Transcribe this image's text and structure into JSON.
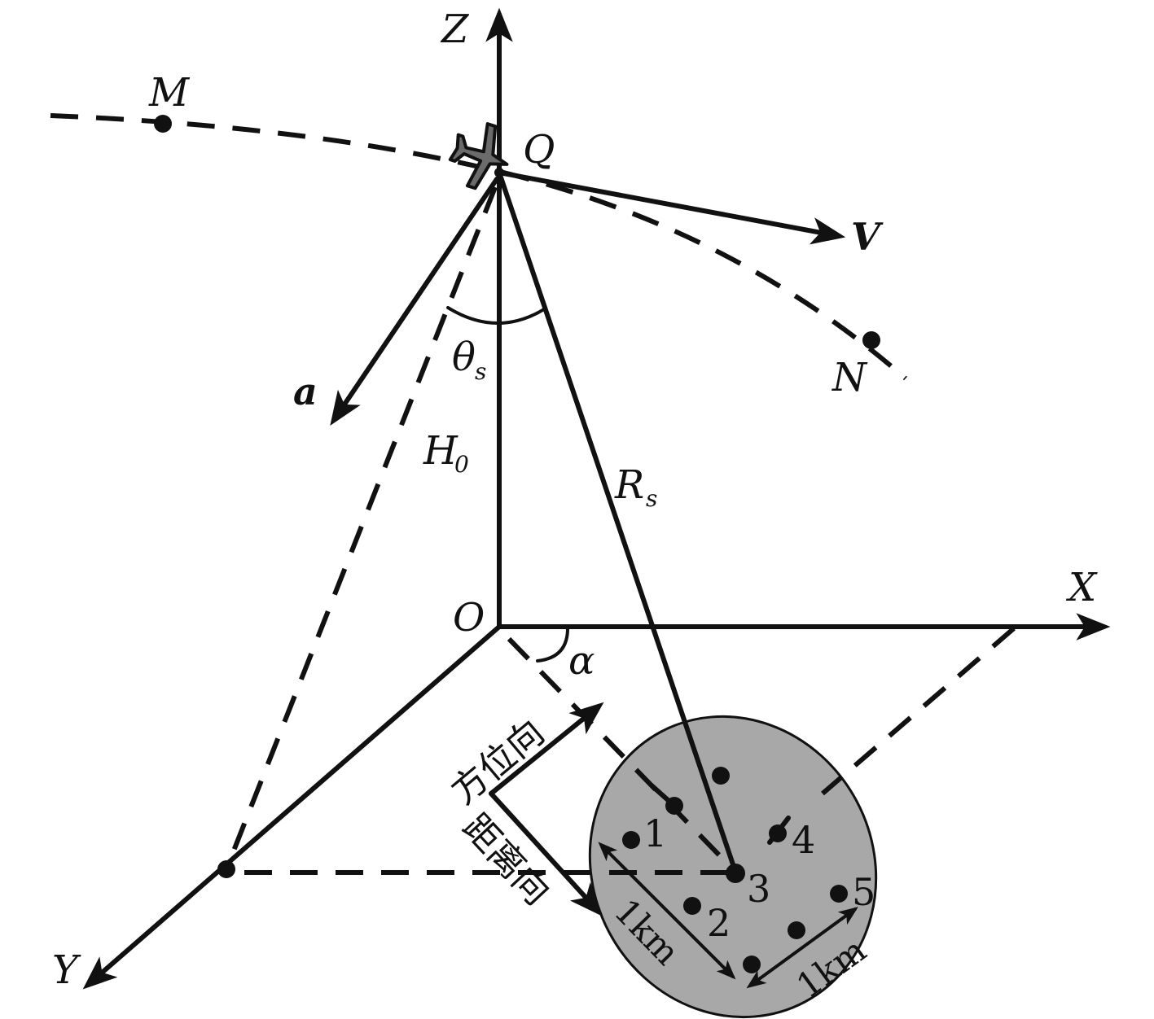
{
  "labels": {
    "z_axis": "Z",
    "x_axis": "X",
    "y_axis": "Y",
    "origin": "O",
    "point_m": "M",
    "point_n": "N",
    "point_q": "Q",
    "velocity": "V",
    "accel": "a",
    "theta": "θ",
    "theta_sub": "s",
    "height": "H",
    "height_sub": "0",
    "range": "R",
    "range_sub": "s",
    "alpha": "α",
    "azimuth": "方位向",
    "range_dir": "距离向",
    "km_a": "1km",
    "km_b": "1km"
  },
  "targets": [
    "1",
    "2",
    "3",
    "4",
    "5"
  ],
  "colors": {
    "ink": "#111111",
    "ellipse": "#a8a8a8",
    "plane": "#6b6b6b"
  },
  "icons": [
    "airplane-icon"
  ]
}
